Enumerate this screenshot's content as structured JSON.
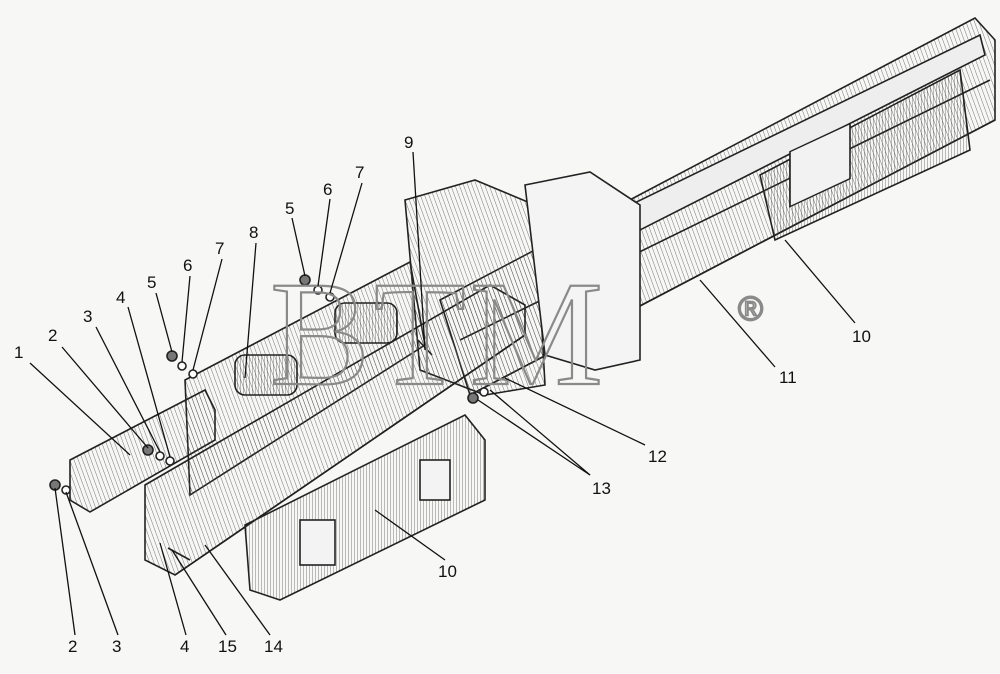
{
  "watermark": {
    "text": "BTM",
    "registered": "®"
  },
  "callouts": [
    "1",
    "2",
    "3",
    "4",
    "5",
    "6",
    "7",
    "8",
    "9",
    "10",
    "11",
    "12",
    "13",
    "14",
    "15"
  ],
  "labels": {
    "l1": "1",
    "l2a": "2",
    "l3a": "3",
    "l4a": "4",
    "l5a": "5",
    "l6a": "6",
    "l7a": "7",
    "l5b": "5",
    "l6b": "6",
    "l7b": "7",
    "l8": "8",
    "l9": "9",
    "l10a": "10",
    "l10b": "10",
    "l11": "11",
    "l12": "12",
    "l13": "13",
    "l2b": "2",
    "l3b": "3",
    "l4b": "4",
    "l15": "15",
    "l14": "14"
  },
  "colors": {
    "ink": "#111111",
    "hatch": "#555555",
    "watermark": "#8a8a8a",
    "paper": "#f7f7f5"
  }
}
